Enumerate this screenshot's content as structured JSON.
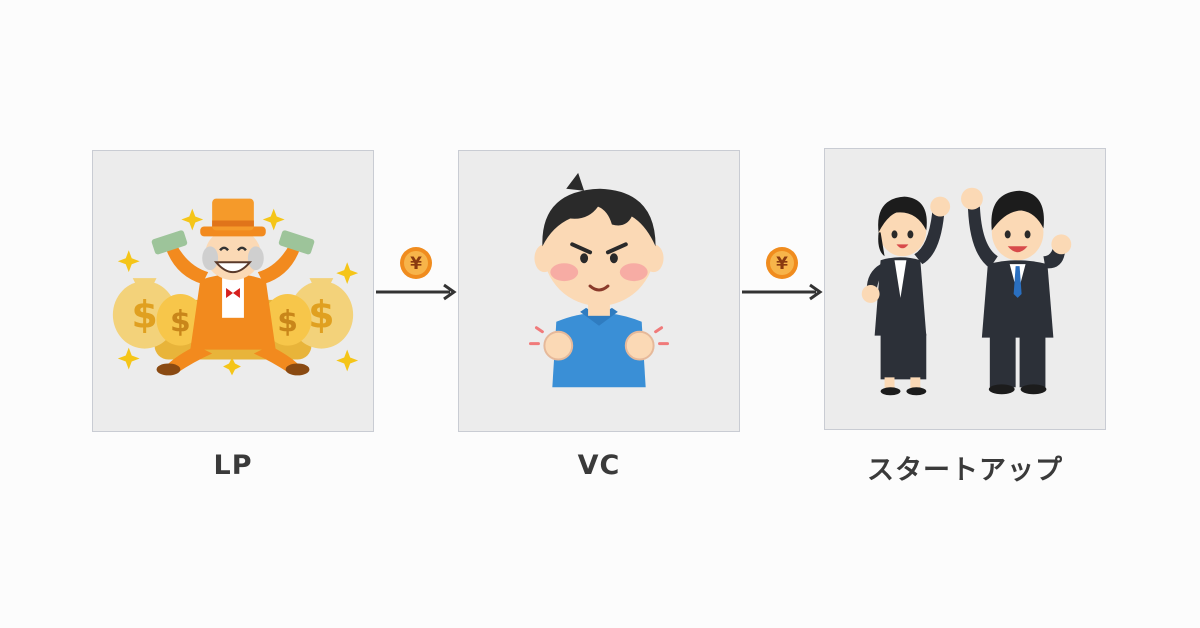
{
  "nodes": [
    {
      "id": "lp",
      "label": "LP"
    },
    {
      "id": "vc",
      "label": "VC"
    },
    {
      "id": "startup",
      "label": "スタートアップ"
    }
  ],
  "edges": [
    {
      "from": "lp",
      "to": "vc",
      "badge": "¥"
    },
    {
      "from": "vc",
      "to": "startup",
      "badge": "¥"
    }
  ],
  "colors": {
    "panel_bg": "#ececec",
    "panel_border": "#c9ccd3",
    "arrow": "#333333",
    "coin": "#f08c1e",
    "coin_inner": "#f7b44a",
    "label_text": "#3a3a3a"
  }
}
